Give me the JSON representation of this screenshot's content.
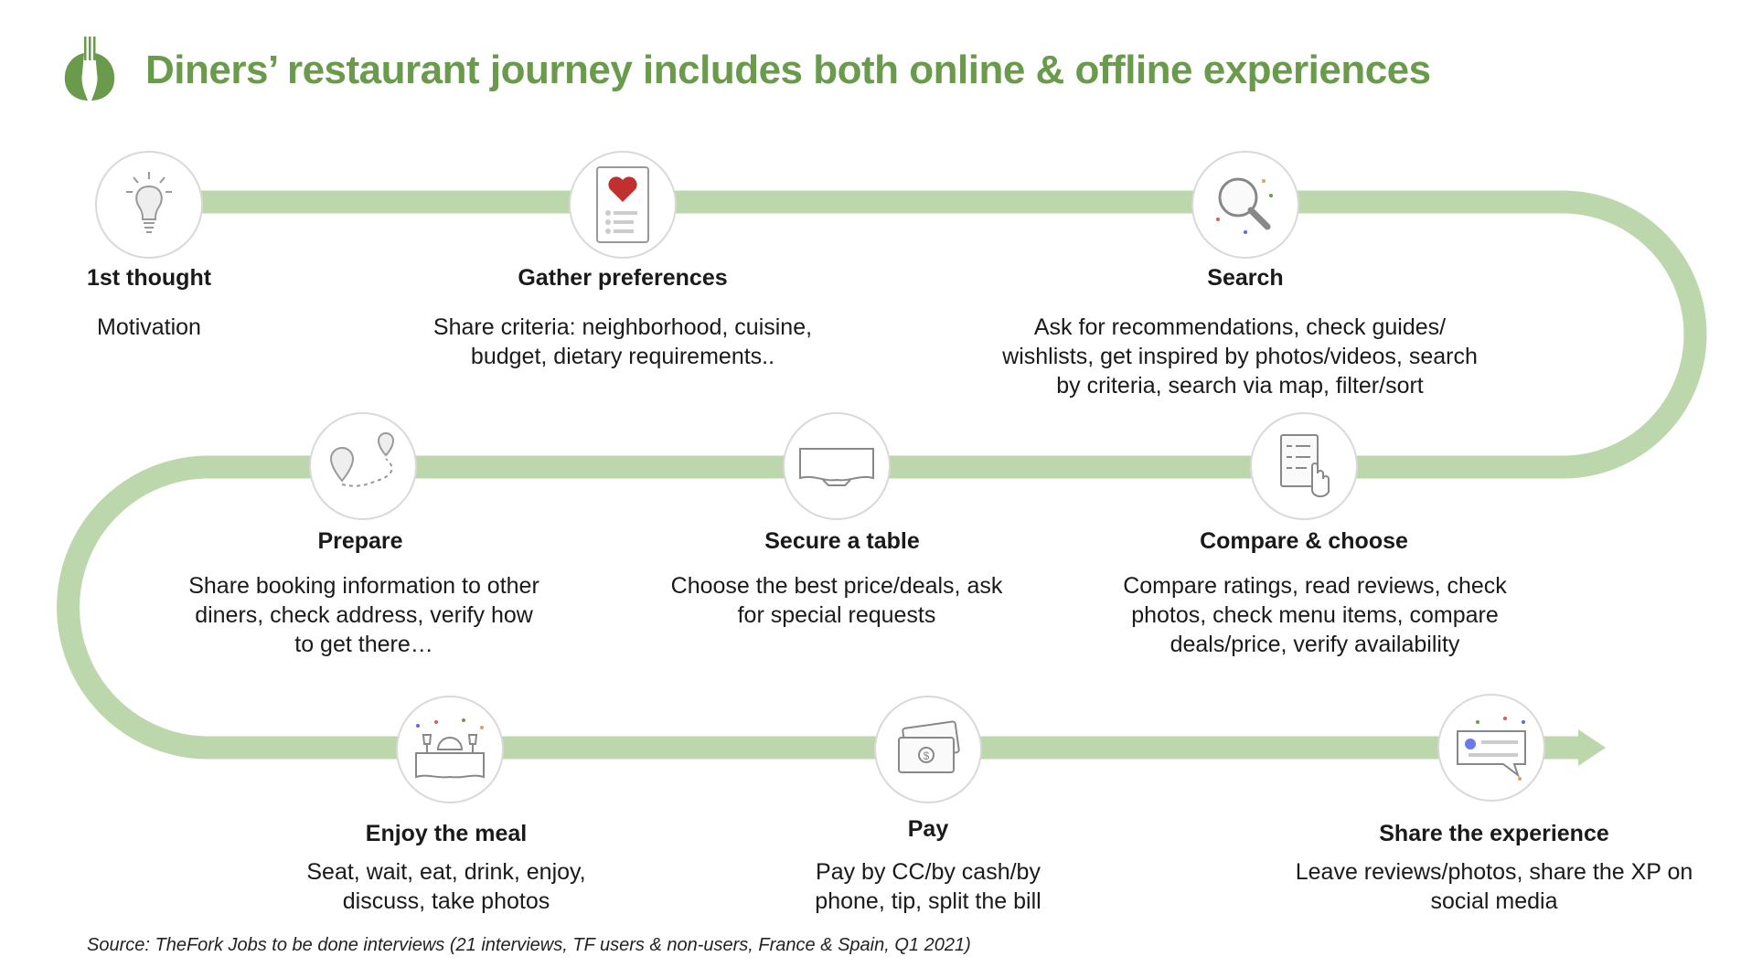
{
  "header": {
    "title": "Diners’ restaurant journey includes both online & offline experiences",
    "logo": "TheFork"
  },
  "colors": {
    "accent": "#6a9a4b",
    "track": "#bcd7ac",
    "heart": "#c0302e"
  },
  "steps": [
    {
      "title": "1st thought",
      "desc": [
        "Motivation"
      ],
      "icon": "lightbulb-icon"
    },
    {
      "title": "Gather preferences",
      "desc": [
        "Share criteria: neighborhood, cuisine,",
        "budget, dietary requirements.."
      ],
      "icon": "heart-list-icon"
    },
    {
      "title": "Search",
      "desc": [
        "Ask for recommendations, check guides/",
        "wishlists, get inspired by photos/videos, search",
        "by criteria, search via map, filter/sort"
      ],
      "icon": "magnifier-icon"
    },
    {
      "title": "Prepare",
      "desc": [
        "Share booking information to other",
        "diners, check address, verify how",
        "to get there…"
      ],
      "icon": "map-route-icon"
    },
    {
      "title": "Secure a table",
      "desc": [
        "Choose the best price/deals, ask",
        "for special requests"
      ],
      "icon": "table-icon"
    },
    {
      "title": "Compare & choose",
      "desc": [
        "Compare ratings, read reviews, check",
        "photos, check menu items, compare",
        "deals/price, verify availability"
      ],
      "icon": "checklist-hand-icon"
    },
    {
      "title": "Enjoy the meal",
      "desc": [
        "Seat, wait, eat, drink, enjoy,",
        "discuss, take photos"
      ],
      "icon": "dining-table-icon"
    },
    {
      "title": "Pay",
      "desc": [
        "Pay by CC/by cash/by",
        "phone, tip, split the bill"
      ],
      "icon": "payment-card-icon"
    },
    {
      "title": "Share the experience",
      "desc": [
        "Leave reviews/photos, share the XP on",
        "social media"
      ],
      "icon": "chat-bubble-icon"
    }
  ],
  "footer": {
    "source": "Source: TheFork Jobs to be done interviews (21 interviews, TF users & non-users, France & Spain, Q1 2021)"
  }
}
